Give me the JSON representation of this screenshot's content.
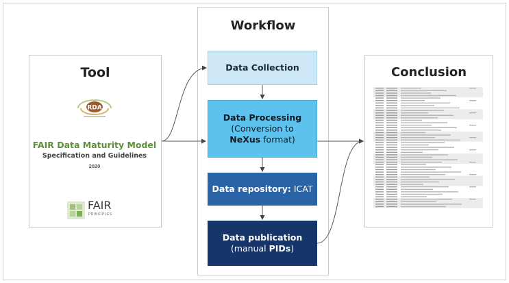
{
  "tool": {
    "title": "Tool",
    "rda_logo_text": "RDA",
    "maturity_model_title": "FAIR Data Maturity Model",
    "maturity_model_subtitle": "Specification and Guidelines",
    "maturity_model_year": "2020",
    "fair_logo_word": "FAIR",
    "fair_logo_caption": "PRINCIPLES"
  },
  "workflow": {
    "title": "Workflow",
    "steps": [
      {
        "label": "Data Collection"
      },
      {
        "label": "Data Processing",
        "detail_before": "(Conversion to ",
        "detail_bold": "NeXus",
        "detail_after": " format)"
      },
      {
        "label": "Data repository:",
        "detail": " ICAT"
      },
      {
        "label": "Data publication",
        "detail_before": "(manual ",
        "detail_bold": "PIDs",
        "detail_after": ")"
      }
    ]
  },
  "conclusion": {
    "title": "Conclusion",
    "thumbnail": "table-document-thumbnail"
  },
  "colors": {
    "step1": "#cfe8f8",
    "step2": "#5ec2ee",
    "step3": "#2a64a6",
    "step4": "#15356b",
    "fair_green": "#5d8f3a"
  }
}
